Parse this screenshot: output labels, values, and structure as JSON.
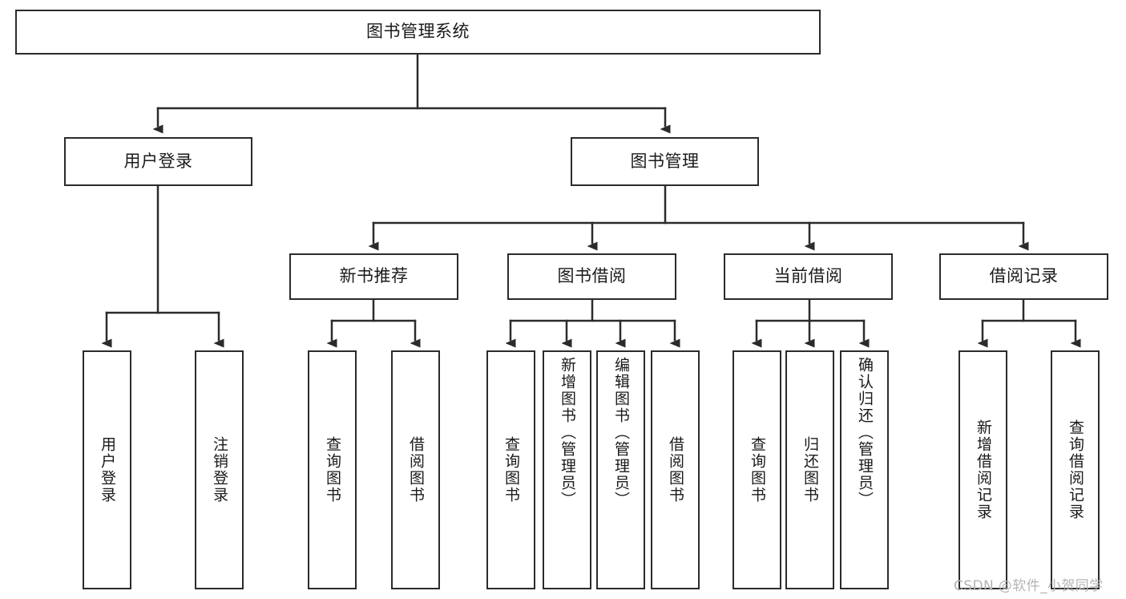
{
  "diagram": {
    "title": "图书管理系统",
    "type": "tree-hierarchy",
    "root": {
      "id": "root",
      "label": "图书管理系统"
    },
    "level2": [
      {
        "id": "user-login",
        "label": "用户登录"
      },
      {
        "id": "book-manage",
        "label": "图书管理"
      }
    ],
    "level3": [
      {
        "id": "new-book-recommend",
        "label": "新书推荐",
        "parent": "book-manage"
      },
      {
        "id": "book-borrow",
        "label": "图书借阅",
        "parent": "book-manage"
      },
      {
        "id": "current-borrow",
        "label": "当前借阅",
        "parent": "book-manage"
      },
      {
        "id": "borrow-record",
        "label": "借阅记录",
        "parent": "book-manage"
      }
    ],
    "leaves": [
      {
        "id": "leaf-user-login",
        "label": "用户登录",
        "parent": "user-login"
      },
      {
        "id": "leaf-logout-login",
        "label": "注销登录",
        "parent": "user-login"
      },
      {
        "id": "leaf-query-book-1",
        "label": "查询图书",
        "parent": "new-book-recommend"
      },
      {
        "id": "leaf-borrow-book-1",
        "label": "借阅图书",
        "parent": "new-book-recommend"
      },
      {
        "id": "leaf-query-book-2",
        "label": "查询图书",
        "parent": "book-borrow"
      },
      {
        "id": "leaf-add-book",
        "label": "新增图书（管理员）",
        "parent": "book-borrow"
      },
      {
        "id": "leaf-edit-book",
        "label": "编辑图书（管理员）",
        "parent": "book-borrow"
      },
      {
        "id": "leaf-borrow-book-2",
        "label": "借阅图书",
        "parent": "book-borrow"
      },
      {
        "id": "leaf-query-book-3",
        "label": "查询图书",
        "parent": "current-borrow"
      },
      {
        "id": "leaf-return-book",
        "label": "归还图书",
        "parent": "current-borrow"
      },
      {
        "id": "leaf-confirm-return",
        "label": "确认归还（管理员）",
        "parent": "current-borrow"
      },
      {
        "id": "leaf-add-record",
        "label": "新增借阅记录",
        "parent": "borrow-record"
      },
      {
        "id": "leaf-query-record",
        "label": "查询借阅记录",
        "parent": "borrow-record"
      }
    ],
    "watermark": "CSDN @软件_小贺同学",
    "colors": {
      "stroke": "#2b2b2b",
      "fill": "#ffffff",
      "text": "#1a1a1a",
      "watermark": "#b4b4b4"
    }
  }
}
